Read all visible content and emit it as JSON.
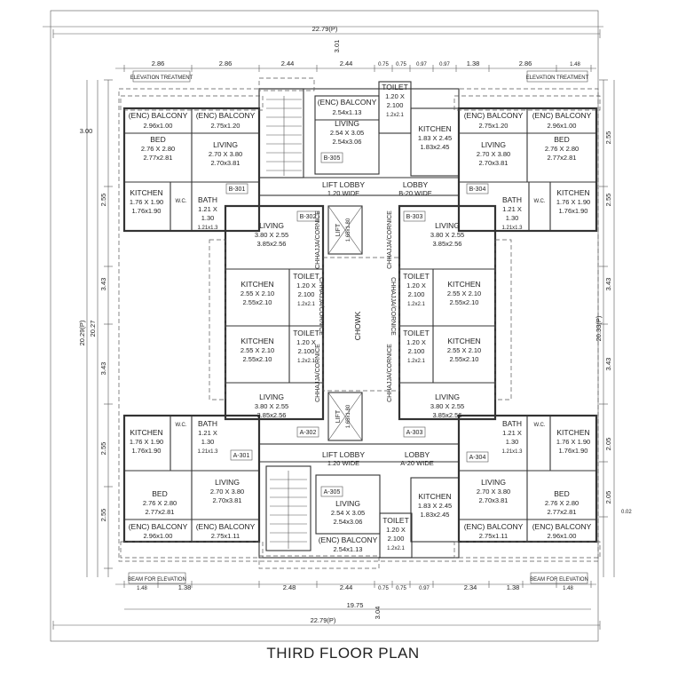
{
  "title": "THIRD FLOOR PLAN",
  "dims": {
    "total_top": "22.79(P)",
    "total_bottom": "22.79(P)",
    "inner_bottom": "19.75",
    "top_segments": [
      "2.86",
      "2.86",
      "2.44",
      "2.44",
      "0.75",
      "0.75",
      "0.97",
      "0.97",
      "1.38",
      "2.86",
      "1.48"
    ],
    "bottom_segments": [
      "1.48",
      "1.38",
      "2.48",
      "2.44",
      "0.75",
      "0.75",
      "0.97",
      "2.34",
      "1.38",
      "1.48"
    ],
    "left_segments": [
      "3.00",
      "2.55",
      "3.43",
      "3.43",
      "2.55",
      "2.55"
    ],
    "left_total_a": "20.27",
    "left_total_b": "20.29(P)",
    "right_segments": [
      "2.55",
      "2.55",
      "3.43",
      "3.43",
      "2.05",
      "2.05"
    ],
    "right_total": "20.33(P)",
    "top_center": "3.01",
    "bottom_center": "3.04",
    "offset_right": "0.02"
  },
  "units": [
    "A-301",
    "A-302",
    "A-303",
    "A-304",
    "A-305",
    "B-301",
    "B-302",
    "B-303",
    "B-304",
    "B-305"
  ],
  "labels": {
    "elevation_treatment": "ELEVATION TREATMENT",
    "chhajja_cornice": "CHHAJJA/CORNICE",
    "chhajja_cornice_lower": "CHHAJJA/CORNICE",
    "chowk": "CHOWK",
    "lift": "LIFT",
    "lift_size": "1.65x1.80",
    "lift_lobby": "LIFT LOBBY",
    "lift_lobby_b": "1.20 WIDE",
    "lobby_b": "LOBBY",
    "lobby_b_size": "B-20 WIDE",
    "lobby_a": "LOBBY",
    "lobby_a_size": "A-20 WIDE",
    "beam_for_elevation": "BEAM FOR ELEVATION"
  },
  "rooms": {
    "enc_balcony": "(ENC) BALCONY",
    "bed": "BED",
    "living": "LIVING",
    "kitchen": "KITCHEN",
    "bath": "BATH",
    "toilet": "TOILET",
    "wc": "W.C.",
    "bal_tl_a": "2.96x1.00",
    "bal_tl_b": "2.75x1.20",
    "bed_tl_a": "2.76 X 2.80",
    "bed_tl_b": "2.77x2.81",
    "liv_tl_a": "2.70 X 3.80",
    "liv_tl_b": "2.70x3.81",
    "kit_tl_a": "1.76 X 1.90",
    "kit_tl_b": "1.76x1.90",
    "bath_a": "1.21 X",
    "bath_b": "1.30",
    "bath_c": "1.21x1.3",
    "liv_mid_a": "3.80 X 2.55",
    "liv_mid_b": "3.85x2.56",
    "kit_mid_a": "2.55 X 2.10",
    "kit_mid_b": "2.55x2.10",
    "toi_a": "1.20 X",
    "toi_b": "2.100",
    "toi_c": "1.2x2.1",
    "encbal_c_a": "2.54x1.13",
    "liv_c_a": "2.54 X 3.05",
    "liv_c_b": "2.54x3.06",
    "kit_c_a": "1.83 X 2.45",
    "kit_c_b": "1.83x2.45",
    "bal_bl_b": "2.75x1.11"
  }
}
